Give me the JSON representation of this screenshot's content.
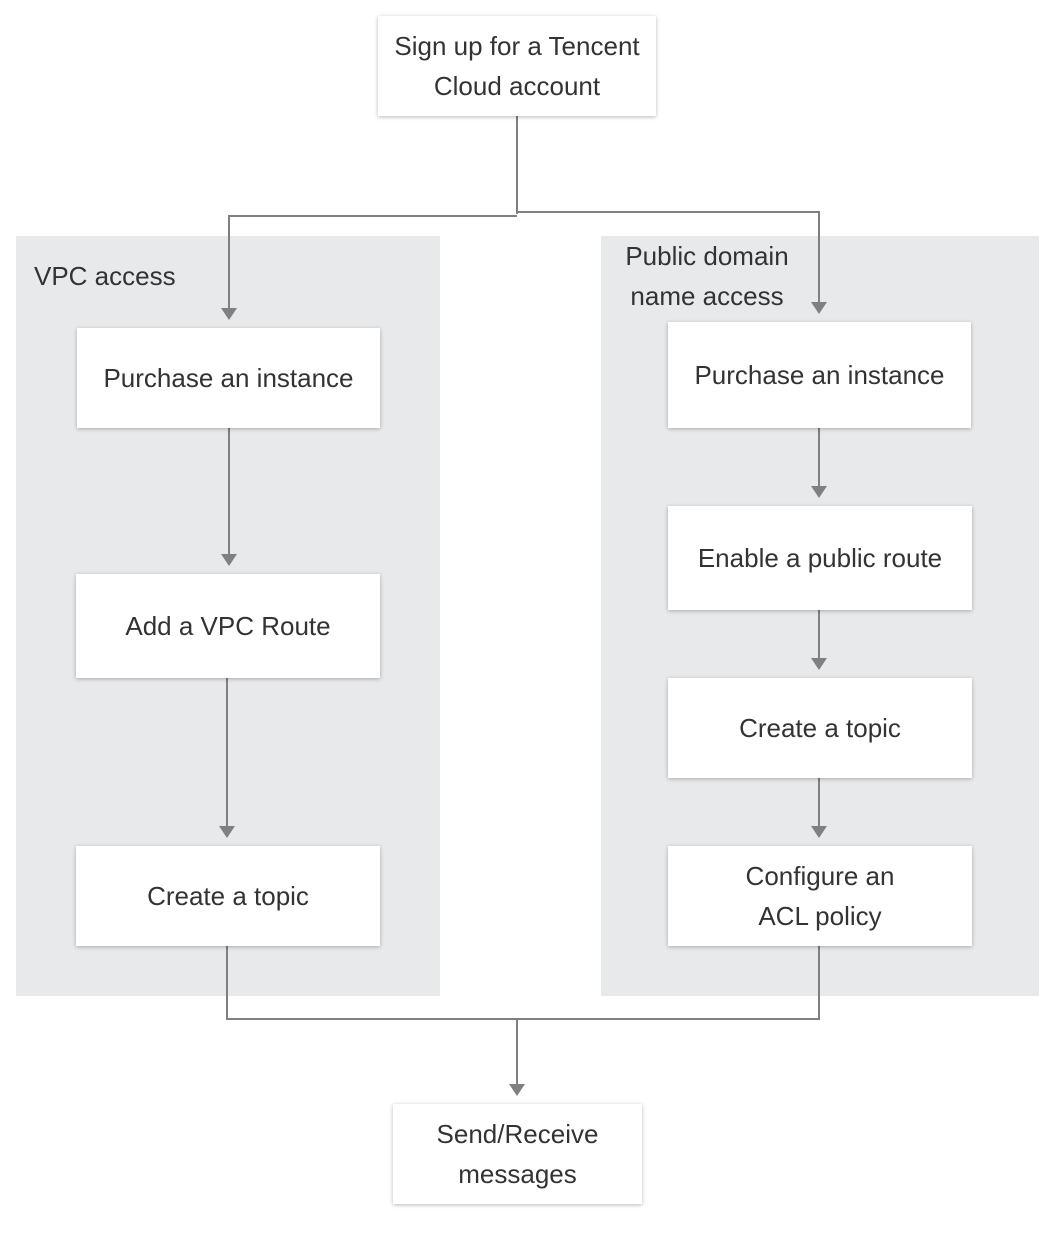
{
  "colors": {
    "group_fill": "#e8e9eb",
    "node_fill": "#ffffff",
    "connector": "#808080",
    "text": "#333333"
  },
  "diagram": {
    "start": {
      "line1": "Sign up for a Tencent",
      "line2": "Cloud account"
    },
    "vpc_group": {
      "label": "VPC access",
      "steps": [
        "Purchase an instance",
        "Add a VPC Route",
        "Create a topic"
      ]
    },
    "public_group": {
      "label_line1": "Public domain",
      "label_line2": "name access",
      "steps": [
        "Purchase an instance",
        "Enable a public route",
        "Create a topic"
      ],
      "acl": {
        "line1": "Configure an",
        "line2": "ACL policy"
      }
    },
    "end": {
      "line1": "Send/Receive",
      "line2": "messages"
    }
  }
}
